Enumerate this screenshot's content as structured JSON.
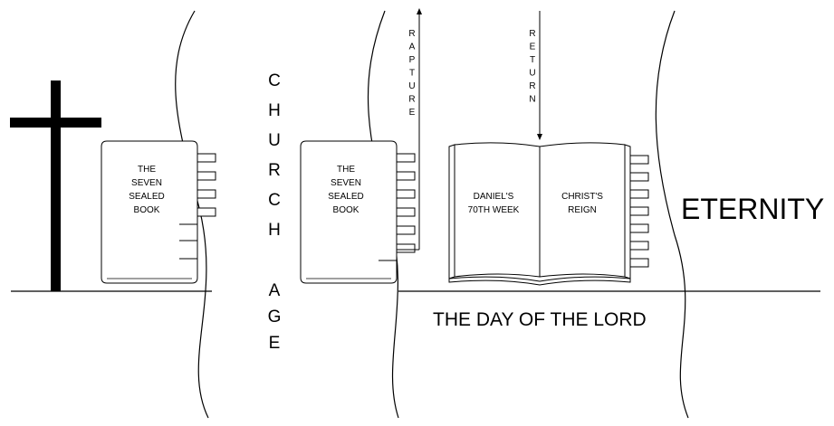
{
  "books": {
    "left": [
      "THE",
      "SEVEN",
      "SEALED",
      "BOOK"
    ],
    "middle": [
      "THE",
      "SEVEN",
      "SEALED",
      "BOOK"
    ],
    "open_left_page": [
      "DANIEL'S",
      "70TH WEEK"
    ],
    "open_right_page": [
      "CHRIST'S",
      "REIGN"
    ]
  },
  "labels": {
    "church": [
      "C",
      "H",
      "U",
      "R",
      "C",
      "H"
    ],
    "age": [
      "A",
      "G",
      "E"
    ],
    "rapture": [
      "R",
      "A",
      "P",
      "T",
      "U",
      "R",
      "E"
    ],
    "return": [
      "R",
      "E",
      "T",
      "U",
      "R",
      "N"
    ],
    "day_of_the_lord": "THE DAY OF THE LORD",
    "eternity": "ETERNITY"
  },
  "icons": [
    "cross-icon",
    "closed-book-icon",
    "open-book-icon",
    "arrow-up-icon",
    "arrow-down-icon"
  ],
  "colors": {
    "ink": "#000000",
    "paper": "#ffffff"
  }
}
